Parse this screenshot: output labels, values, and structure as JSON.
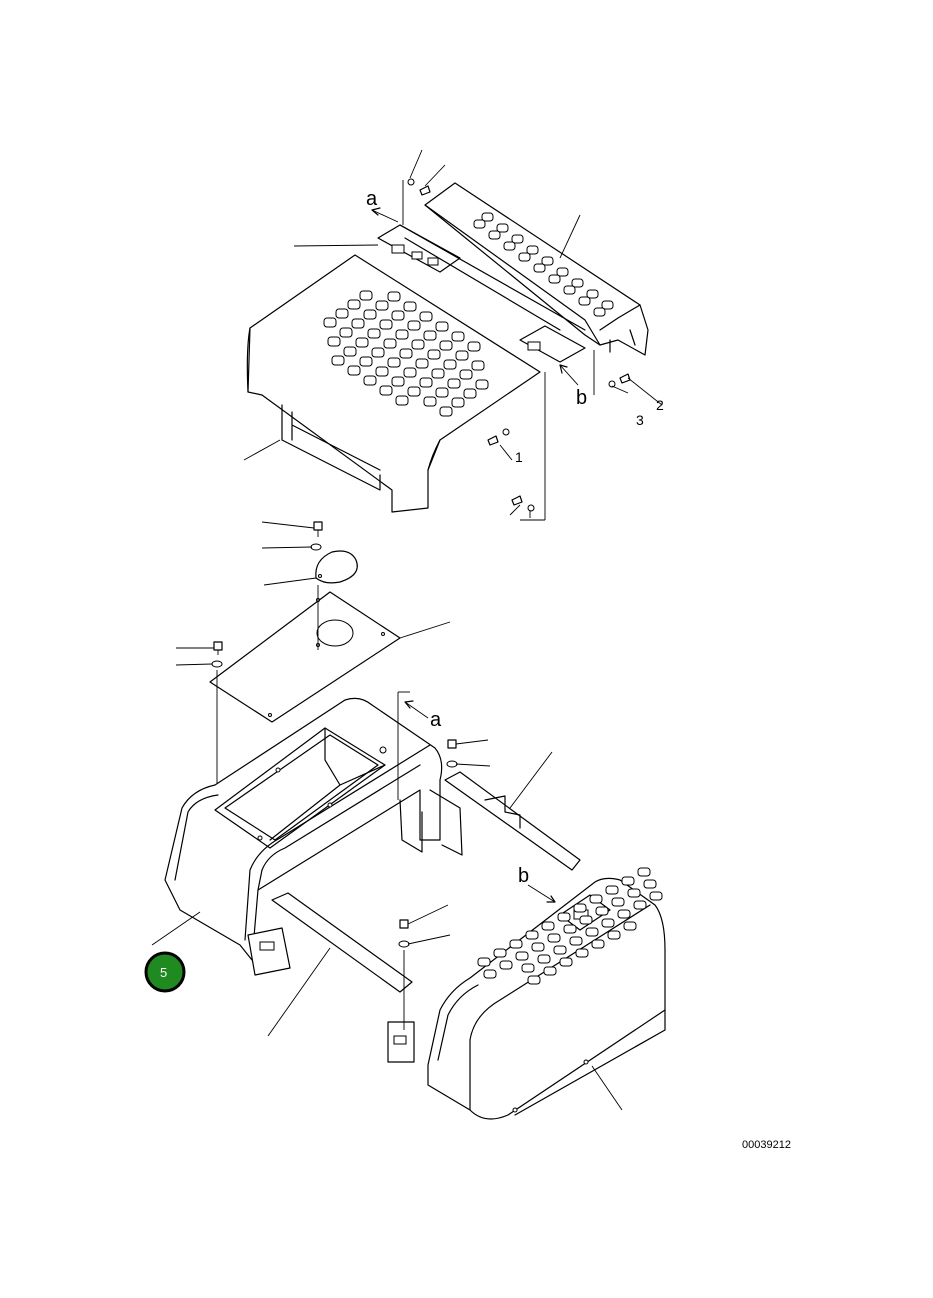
{
  "labels": {
    "a_top": "a",
    "a_bottom": "a",
    "b_top": "b",
    "b_bottom": "b",
    "num_2": "2",
    "num_3": "3",
    "num_1": "1"
  },
  "drawing_code": "00039212",
  "badge": {
    "text": "5",
    "color": "#1f8a1f",
    "ring": "#000000"
  }
}
